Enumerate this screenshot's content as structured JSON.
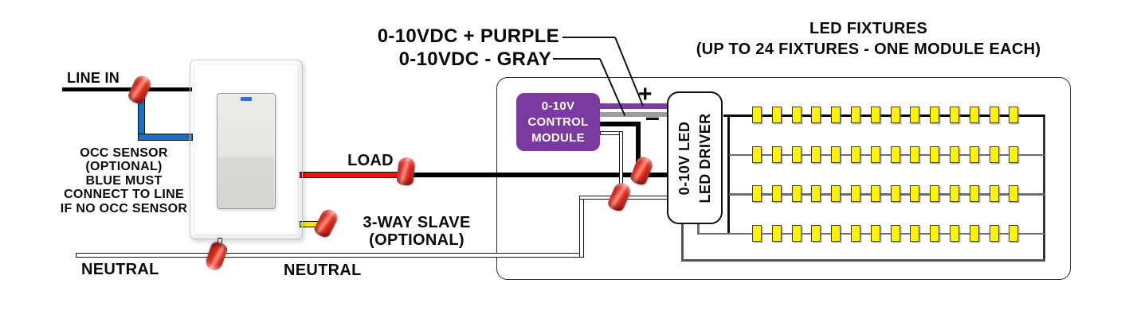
{
  "labels": {
    "line_in": "LINE IN",
    "occ_note": [
      "OCC SENSOR",
      "(OPTIONAL)",
      "BLUE MUST",
      "CONNECT TO LINE",
      "IF NO OCC SENSOR"
    ],
    "load": "LOAD",
    "three_way_slave": [
      "3-WAY SLAVE",
      "(OPTIONAL)"
    ],
    "neutral_left": "NEUTRAL",
    "neutral_right": "NEUTRAL",
    "vdc_plus": "0-10VDC + PURPLE",
    "vdc_minus": "0-10VDC - GRAY",
    "plus_sign": "+",
    "minus_sign": "–",
    "fixtures_title": "LED FIXTURES",
    "fixtures_subtitle": "(UP TO 24 FIXTURES - ONE MODULE EACH)"
  },
  "control_module": {
    "lines": [
      "0-10V",
      "CONTROL",
      "MODULE"
    ],
    "color": "#7b3aa2"
  },
  "led_driver": {
    "lines": [
      "0-10V LED",
      "LED DRIVER"
    ]
  },
  "fixtures": {
    "rows": 4,
    "per_row": 14,
    "led_color": "#fef303"
  },
  "colors": {
    "line_wire": "#000000",
    "blue_wire": "#1a72bf",
    "red_wire": "#e8150d",
    "yellow_wire": "#f5e81a",
    "purple_wire": "#7d3f9e",
    "gray_wire": "#9c9c9c",
    "neutral_wire": "#ffffff",
    "wire_nut": "#d6281a",
    "module_fill": "#7b3aa2",
    "led_fill": "#fef303"
  }
}
